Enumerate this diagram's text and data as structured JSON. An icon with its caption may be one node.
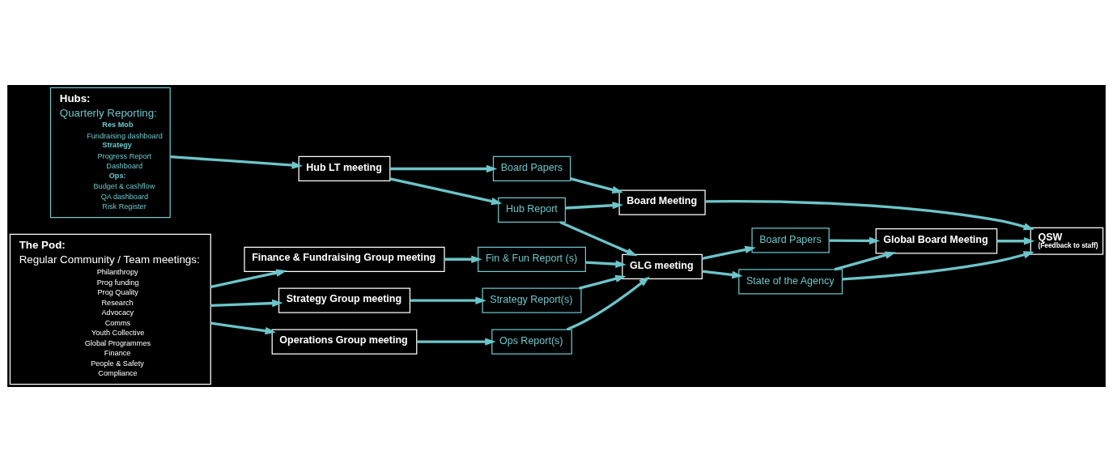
{
  "diagram": {
    "nodes": [
      {
        "text": [
          "Hubs:",
          "Quarterly Reporting:",
          "Res Mob",
          "Fundraising dashboard",
          "Strategy",
          "Progress Report",
          "Dashboard",
          "Ops:",
          "Budget & cashflow",
          "QA dashboard",
          "Risk Register"
        ]
      },
      {
        "text": [
          "Hub LT meeting"
        ]
      },
      {
        "text": [
          "Board Papers"
        ]
      },
      {
        "text": [
          "Hub Report"
        ]
      },
      {
        "text": [
          "Board Meeting"
        ]
      },
      {
        "text": [
          "QSW",
          "(Feedback to staff)"
        ]
      },
      {
        "text": [
          "The Pod:",
          "Regular Community / Team meetings:",
          "Philanthropy",
          "Prog funding",
          "Prog Quality",
          "Research",
          "Advocacy",
          "Comms",
          "Youth Collective",
          "Global Programmes",
          "Finance",
          "People & Safety",
          "Compliance"
        ]
      },
      {
        "text": [
          "Finance & Fundraising Group meeting"
        ]
      },
      {
        "text": [
          "Strategy Group meeting"
        ]
      },
      {
        "text": [
          "Operations Group meeting"
        ]
      },
      {
        "text": [
          "Fin & Fun Report (s)"
        ]
      },
      {
        "text": [
          "Strategy Report(s)"
        ]
      },
      {
        "text": [
          "Ops Report(s)"
        ]
      },
      {
        "text": [
          "GLG meeting"
        ]
      },
      {
        "text": [
          "Board Papers"
        ]
      },
      {
        "text": [
          "State of the Agency"
        ]
      },
      {
        "text": [
          "Global Board Meeting"
        ]
      }
    ],
    "edges": [
      {
        "from": 0,
        "to": 1,
        "arrow": "to"
      },
      {
        "from": 1,
        "to": 2,
        "arrow": "to"
      },
      {
        "from": 1,
        "to": 3,
        "arrow": "to"
      },
      {
        "from": 2,
        "to": 4,
        "arrow": "to"
      },
      {
        "from": 3,
        "to": 4,
        "arrow": "to"
      },
      {
        "from": 4,
        "to": 5,
        "arrow": "to"
      },
      {
        "from": 3,
        "to": 13,
        "arrow": "to"
      },
      {
        "from": 6,
        "to": 7,
        "arrow": "to"
      },
      {
        "from": 6,
        "to": 8,
        "arrow": "to"
      },
      {
        "from": 6,
        "to": 9,
        "arrow": "to"
      },
      {
        "from": 7,
        "to": 10,
        "arrow": "to"
      },
      {
        "from": 8,
        "to": 11,
        "arrow": "to"
      },
      {
        "from": 9,
        "to": 12,
        "arrow": "to"
      },
      {
        "from": 10,
        "to": 13,
        "arrow": "to"
      },
      {
        "from": 11,
        "to": 13,
        "arrow": "to"
      },
      {
        "from": 12,
        "to": 13,
        "arrow": "to"
      },
      {
        "from": 13,
        "to": 14,
        "arrow": "to"
      },
      {
        "from": 13,
        "to": 15,
        "arrow": "to"
      },
      {
        "from": 14,
        "to": 16,
        "arrow": "to"
      },
      {
        "from": 15,
        "to": 16,
        "arrow": "to"
      },
      {
        "from": 16,
        "to": 5,
        "arrow": "to"
      },
      {
        "from": 15,
        "to": 5,
        "arrow": "to"
      }
    ]
  }
}
